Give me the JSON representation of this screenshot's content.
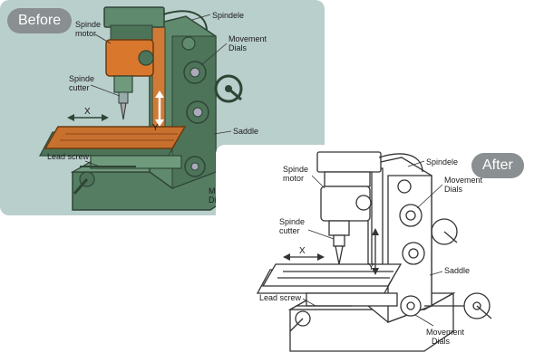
{
  "badges": {
    "before": "Before",
    "after": "After"
  },
  "colors": {
    "before_bg": "#b9cfcc",
    "machine_green": "#5f8a6e",
    "machine_dark": "#44654f",
    "motor_orange": "#d9782d",
    "table_orange": "#c8702e",
    "badge_gray": "#8a8f92",
    "line_art": "#333333"
  },
  "before_labels": {
    "spindle_motor": [
      "Spinde",
      "motor"
    ],
    "spindle": "Spindele",
    "movement_dials": [
      "Movement",
      "Dials"
    ],
    "spindle_cutter": [
      "Spinde",
      "cutter"
    ],
    "x_axis": "X",
    "y_axis": "Y",
    "saddle": "Saddle",
    "lead_screw": "Lead screw",
    "movement_dials_bottom": [
      "Mov",
      "Dial"
    ]
  },
  "after_labels": {
    "spindle_motor": [
      "Spinde",
      "motor"
    ],
    "spindle": "Spindele",
    "movement_dials": [
      "Movement",
      "Dials"
    ],
    "spindle_cutter": [
      "Spinde",
      "cutter"
    ],
    "x_axis": "X",
    "y_axis": "Y",
    "saddle": "Saddle",
    "lead_screw": "Lead screw",
    "movement_dials_bottom": [
      "Movement",
      "Dials"
    ]
  }
}
